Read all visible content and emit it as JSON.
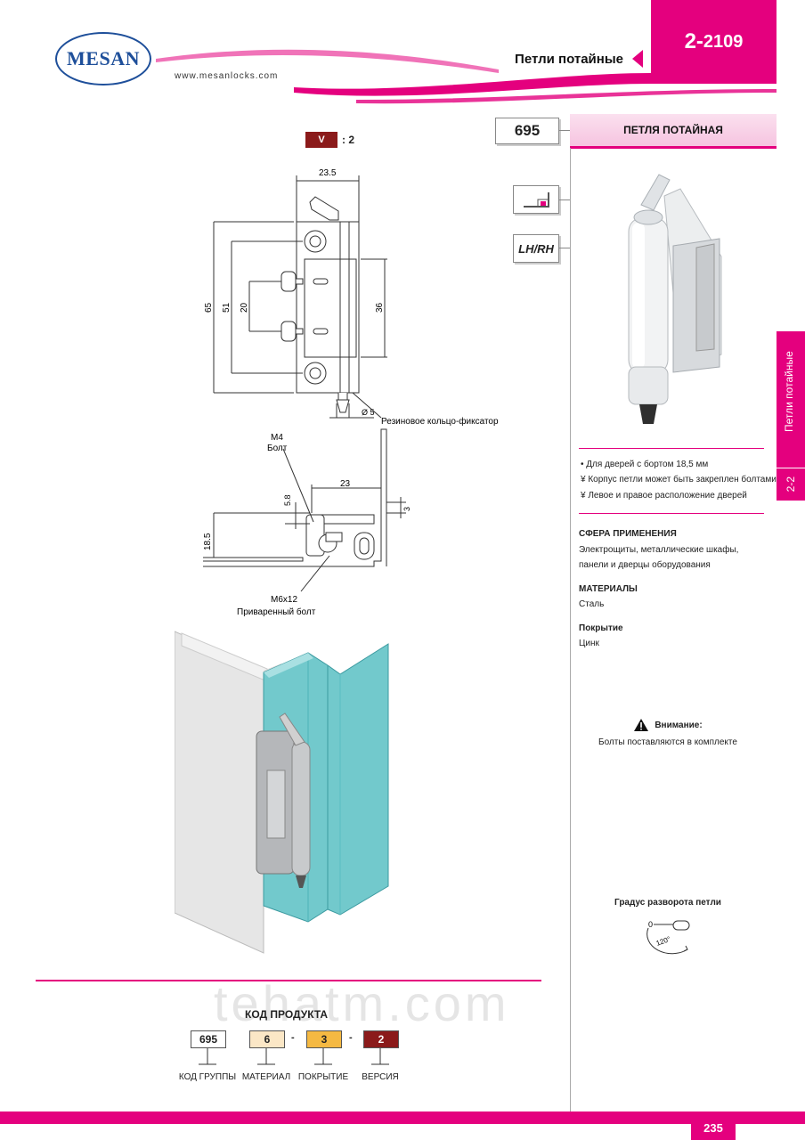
{
  "header": {
    "brand": "MESAN",
    "website": "www.mesanlocks.com",
    "section_title": "Петли потайные",
    "section_code_prefix": "2-",
    "section_code_suffix": "2109"
  },
  "product": {
    "code": "695",
    "title": "ПЕТЛЯ ПОТАЙНАЯ",
    "variant_badge": "V",
    "variant_count": ": 2",
    "orientation_label": "LH/RH"
  },
  "drawing": {
    "dim_23_5": "23.5",
    "dim_65": "65",
    "dim_51": "51",
    "dim_20": "20",
    "dim_36": "36",
    "dim_d5": "Ø 5",
    "rubber_ring": "Резиновое кольцо-фиксатор",
    "bolt_m4": "M4",
    "bolt_m4_label": "Болт",
    "dim_23": "23",
    "dim_5_8": "5.8",
    "dim_3": "3",
    "dim_18_5": "18.5",
    "bolt_m6": "M6x12",
    "bolt_m6_label": "Приваренный болт"
  },
  "features": [
    "• Для дверей с бортом 18,5 мм",
    "¥  Корпус петли может быть закреплен болтами",
    "¥ Левое и правое расположение дверей"
  ],
  "application": {
    "heading": "СФЕРА ПРИМЕНЕНИЯ",
    "line1": "Электрощиты, металлические шкафы,",
    "line2": "панели и дверцы оборудования"
  },
  "materials": {
    "heading": "МАТЕРИАЛЫ",
    "value": "Сталь"
  },
  "coating": {
    "heading": "Покрытие",
    "value": "Цинк"
  },
  "warning": {
    "heading": "Внимание:",
    "text": "Болты поставляются в комплекте"
  },
  "rotation": {
    "heading": "Градус разворота петли",
    "zero": "0",
    "angle": "120°"
  },
  "side_tab": {
    "label": "Петли потайные",
    "code": "2-2"
  },
  "product_code": {
    "heading": "КОД ПРОДУКТА",
    "group": "695",
    "material": "6",
    "coating": "3",
    "version": "2",
    "sep": "-",
    "labels": {
      "group": "КОД ГРУППЫ",
      "material": "МАТЕРИАЛ",
      "coating": "ПОКРЫТИЕ",
      "version": "ВЕРСИЯ"
    }
  },
  "watermark": "tehatm.com",
  "page_number": "235",
  "colors": {
    "accent": "#e4007e",
    "brand": "#1e4f9a",
    "version": "#8b1a1a",
    "material": "#fbe7c6",
    "coating": "#f5b942"
  }
}
